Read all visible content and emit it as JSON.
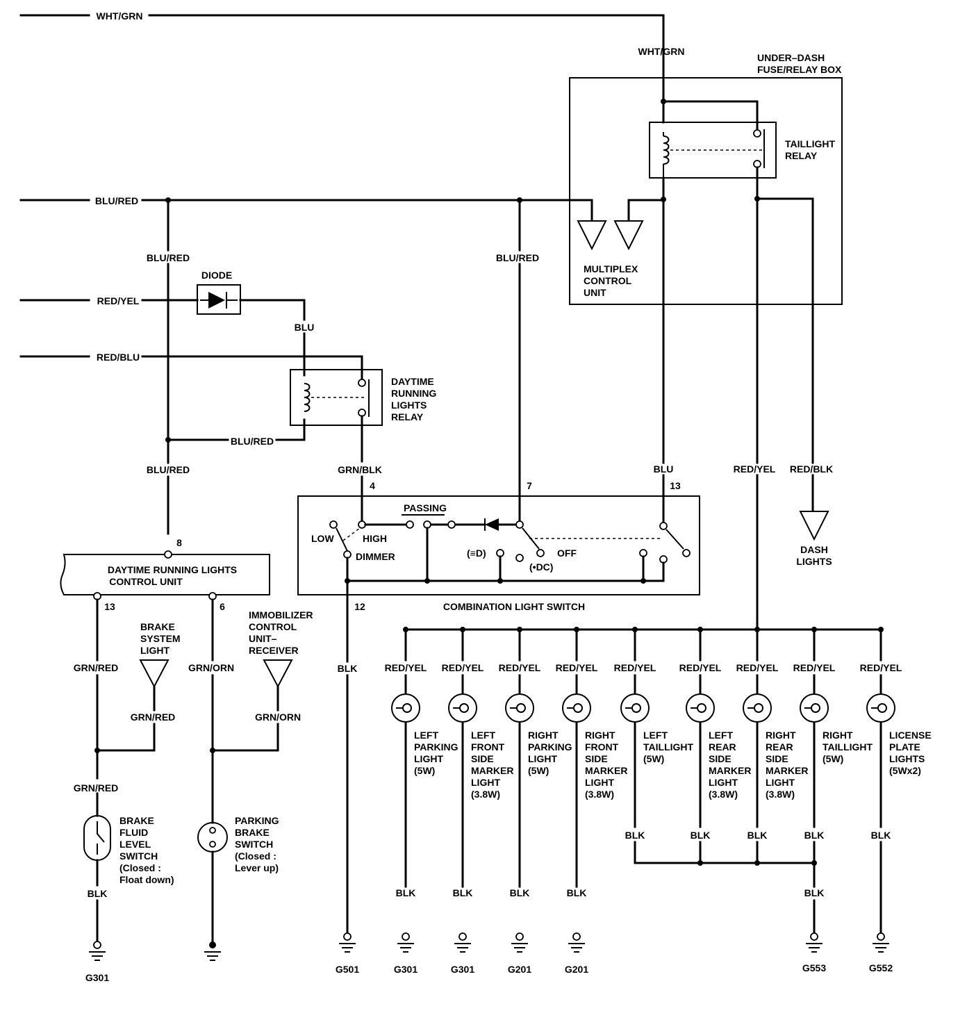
{
  "wires": {
    "wht_grn": "WHT/GRN",
    "blu_red": "BLU/RED",
    "red_yel": "RED/YEL",
    "red_blu": "RED/BLU",
    "blu": "BLU",
    "grn_blk": "GRN/BLK",
    "red_blk": "RED/BLK",
    "grn_red": "GRN/RED",
    "grn_orn": "GRN/ORN",
    "blk": "BLK"
  },
  "components": {
    "diode": "DIODE",
    "fuse_box": [
      "UNDER–DASH",
      "FUSE/RELAY BOX"
    ],
    "taillight_relay": [
      "TAILLIGHT",
      "RELAY"
    ],
    "multiplex": [
      "MULTIPLEX",
      "CONTROL",
      "UNIT"
    ],
    "drl_relay": [
      "DAYTIME",
      "RUNNING",
      "LIGHTS",
      "RELAY"
    ],
    "drl_unit": [
      "DAYTIME RUNNING LIGHTS",
      "CONTROL UNIT"
    ],
    "dash_lights": [
      "DASH",
      "LIGHTS"
    ],
    "combo_switch": "COMBINATION LIGHT SWITCH",
    "passing": "PASSING",
    "low": "LOW",
    "high": "HIGH",
    "dimmer": "DIMMER",
    "off": "OFF",
    "sym_low": "(≡D)",
    "sym_park": "(•DC)",
    "brake_light": [
      "BRAKE",
      "SYSTEM",
      "LIGHT"
    ],
    "immobilizer": [
      "IMMOBILIZER",
      "CONTROL",
      "UNIT–",
      "RECEIVER"
    ],
    "brake_fluid": [
      "BRAKE",
      "FLUID",
      "LEVEL",
      "SWITCH",
      "(Closed :",
      "Float down)"
    ],
    "parking_brake": [
      "PARKING",
      "BRAKE",
      "SWITCH",
      "(Closed :",
      "Lever up)"
    ]
  },
  "pins": {
    "p4": "4",
    "p7": "7",
    "p13": "13",
    "p12": "12",
    "p8": "8",
    "p13b": "13",
    "p6": "6"
  },
  "lights": [
    {
      "wire": "RED/YEL",
      "label": [
        "LEFT",
        "PARKING",
        "LIGHT",
        "(5W)"
      ]
    },
    {
      "wire": "RED/YEL",
      "label": [
        "LEFT",
        "FRONT",
        "SIDE",
        "MARKER",
        "LIGHT",
        "(3.8W)"
      ]
    },
    {
      "wire": "RED/YEL",
      "label": [
        "RIGHT",
        "PARKING",
        "LIGHT",
        "(5W)"
      ]
    },
    {
      "wire": "RED/YEL",
      "label": [
        "RIGHT",
        "FRONT",
        "SIDE",
        "MARKER",
        "LIGHT",
        "(3.8W)"
      ]
    },
    {
      "wire": "RED/YEL",
      "label": [
        "LEFT",
        "TAILLIGHT",
        "(5W)"
      ]
    },
    {
      "wire": "RED/YEL",
      "label": [
        "LEFT",
        "REAR",
        "SIDE",
        "MARKER",
        "LIGHT",
        "(3.8W)"
      ]
    },
    {
      "wire": "RED/YEL",
      "label": [
        "RIGHT",
        "REAR",
        "SIDE",
        "MARKER",
        "LIGHT",
        "(3.8W)"
      ]
    },
    {
      "wire": "RED/YEL",
      "label": [
        "RIGHT",
        "TAILLIGHT",
        "(5W)"
      ]
    },
    {
      "wire": "RED/YEL",
      "label": [
        "LICENSE",
        "PLATE",
        "LIGHTS",
        "(5Wx2)"
      ]
    }
  ],
  "grounds": [
    "G301",
    "G501",
    "G301",
    "G301",
    "G201",
    "G201",
    "G553",
    "G552"
  ]
}
